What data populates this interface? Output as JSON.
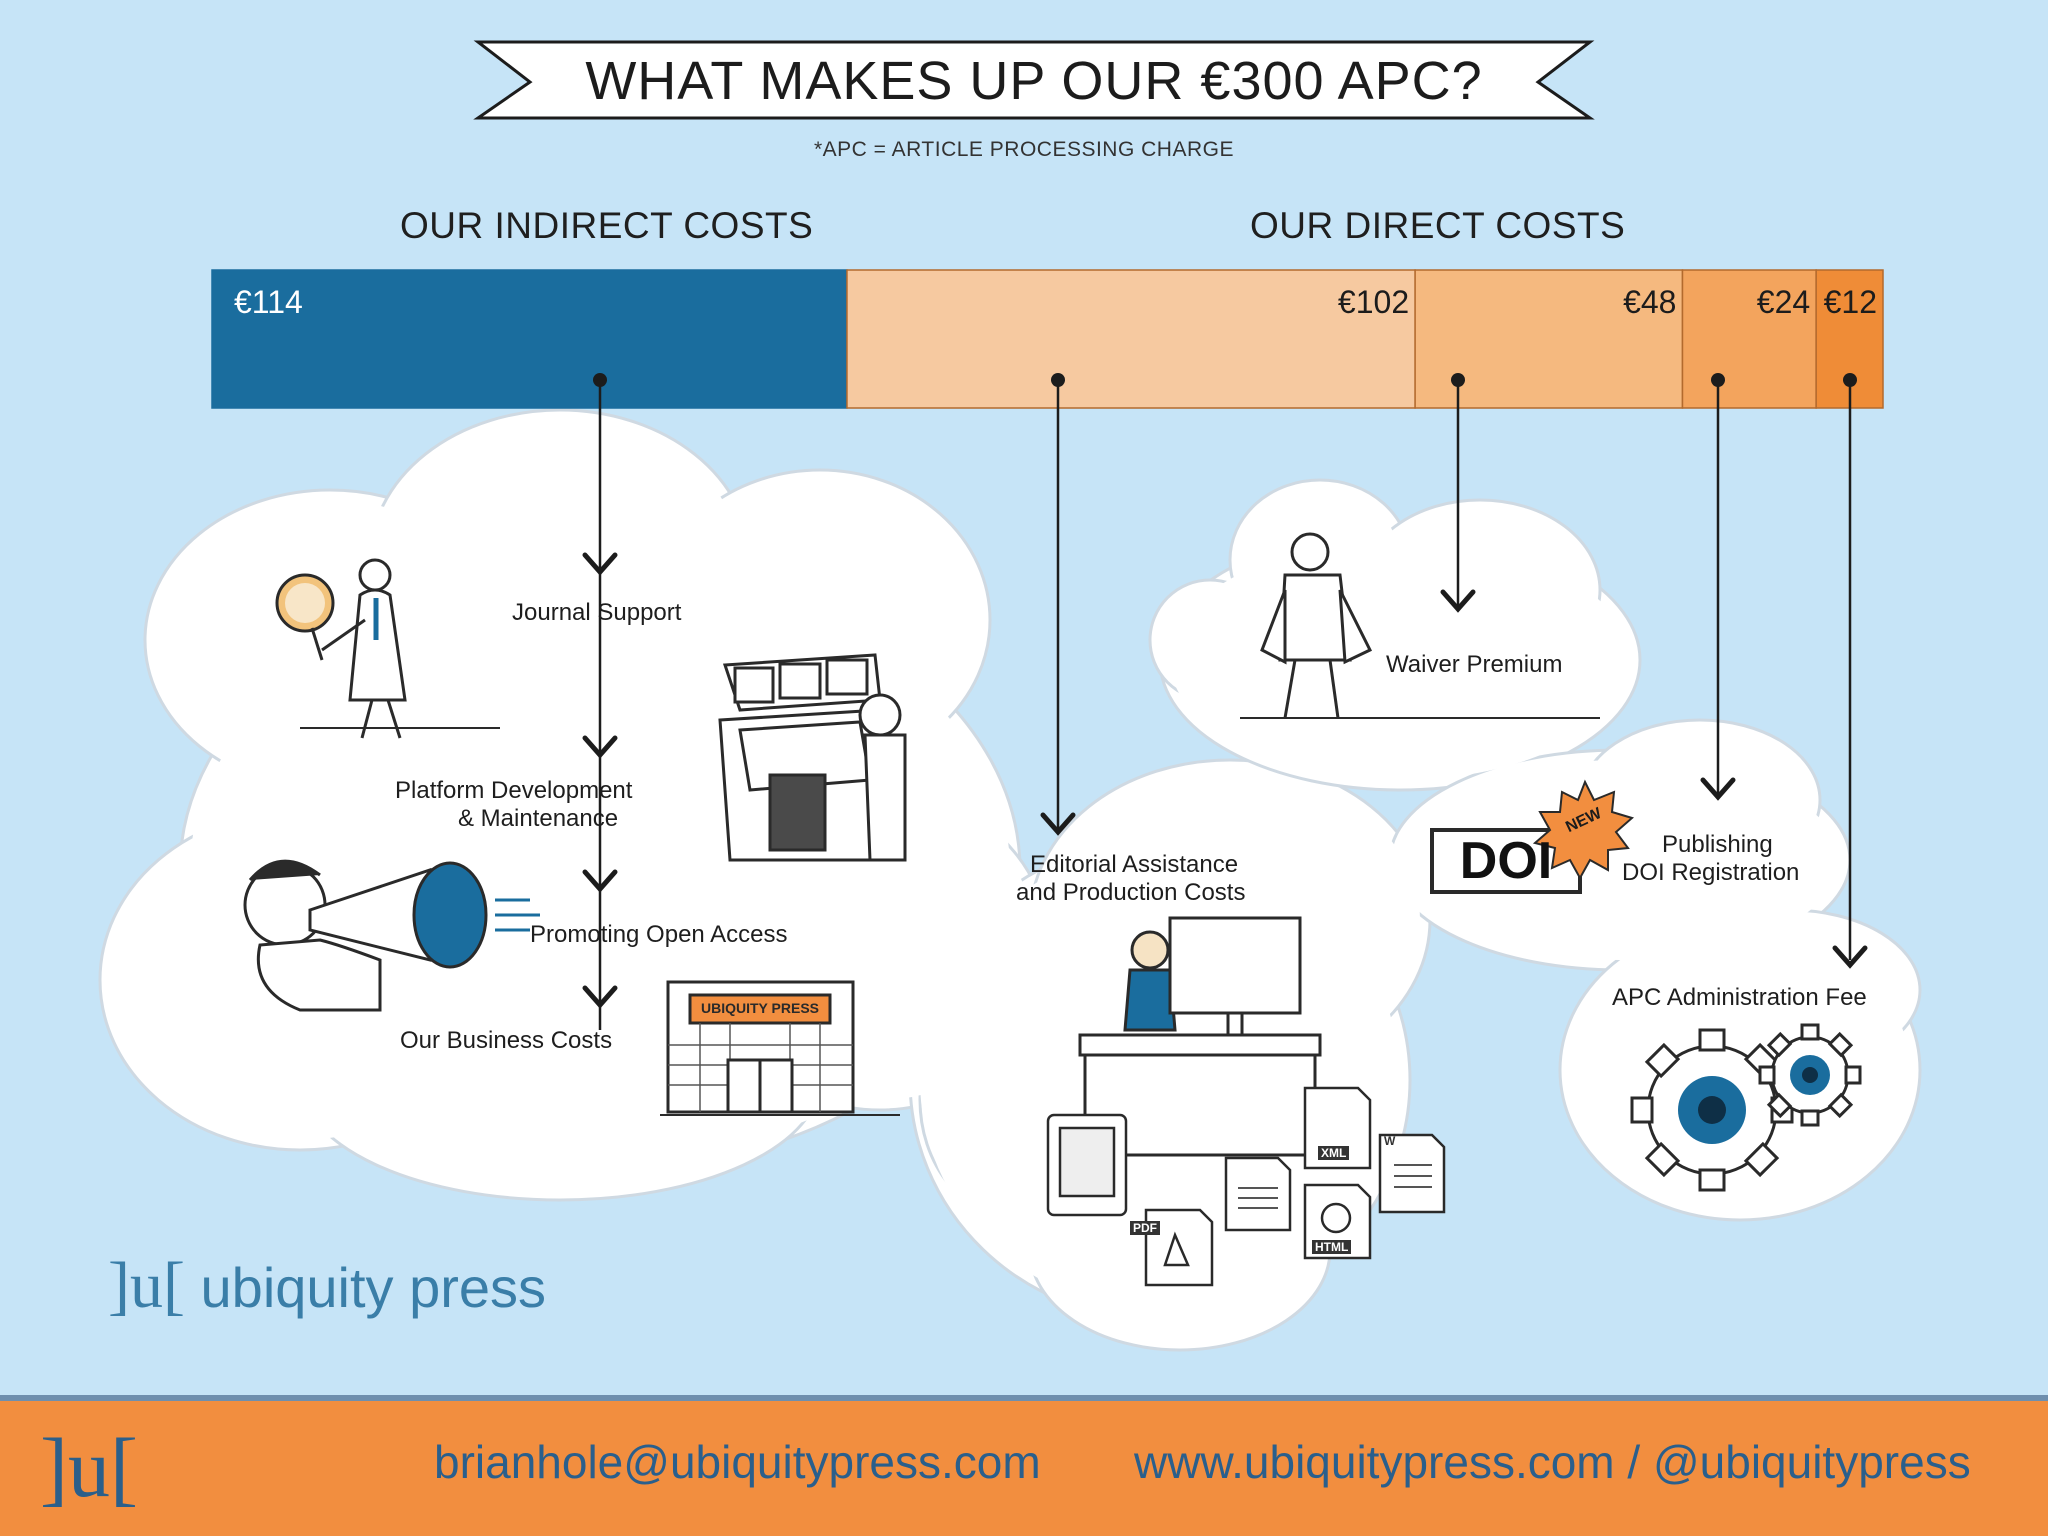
{
  "title": "WHAT MAKES UP OUR €300 APC?",
  "subtitle": "*APC = ARTICLE PROCESSING CHARGE",
  "sections": {
    "indirect": "OUR INDIRECT COSTS",
    "direct": "OUR DIRECT COSTS"
  },
  "costs": [
    {
      "amount": 114,
      "label": "€114",
      "category": "indirect",
      "color": "#1a6d9e"
    },
    {
      "amount": 102,
      "label": "€102",
      "category": "direct",
      "color": "#f6c9a0"
    },
    {
      "amount": 48,
      "label": "€48",
      "category": "direct",
      "color": "#f5b97f"
    },
    {
      "amount": 24,
      "label": "€24",
      "category": "direct",
      "color": "#f3a45d"
    },
    {
      "amount": 12,
      "label": "€12",
      "category": "direct",
      "color": "#ef8c37"
    }
  ],
  "items": {
    "journal_support": "Journal Support",
    "platform_line1": "Platform Development",
    "platform_line2": "& Maintenance",
    "promoting_oa": "Promoting Open Access",
    "business_costs": "Our Business Costs",
    "editorial_line1": "Editorial Assistance",
    "editorial_line2": "and Production Costs",
    "waiver": "Waiver Premium",
    "doi_line1": "Publishing",
    "doi_line2": "DOI Registration",
    "apc_admin": "APC Administration Fee"
  },
  "illustration": {
    "sign_text": "UBIQUITY PRESS",
    "doi_text": "DOI",
    "new_badge": "NEW",
    "file_labels": [
      "PDF",
      "XML",
      "HTML",
      "W"
    ]
  },
  "brand": {
    "logo_mark": "]u[",
    "name": "ubiquity press"
  },
  "footer": {
    "logo_mark": "]u[",
    "email": "brianhole@ubiquitypress.com",
    "web": "www.ubiquitypress.com / @ubiquitypress"
  },
  "colors": {
    "background": "#c6e4f7",
    "footer": "#f28e3f",
    "brand_blue": "#3a7ea8",
    "indirect_blue": "#1a6d9e"
  }
}
